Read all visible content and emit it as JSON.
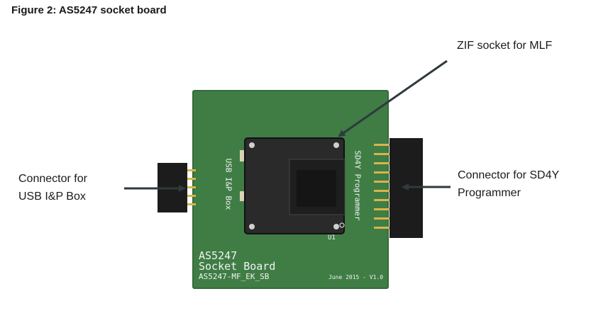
{
  "figure": {
    "title": "Figure 2: AS5247 socket board"
  },
  "callouts": {
    "zif": "ZIF socket for MLF",
    "usb_line1": "Connector for",
    "usb_line2": "USB I&P Box",
    "sd4y_line1": "Connector for SD4Y",
    "sd4y_line2": "Programmer"
  },
  "board": {
    "name_line1": "AS5247",
    "name_line2": "Socket Board",
    "part_number": "AS5247-MF_EK_SB",
    "date_version": "June 2015 - V1.0",
    "usb_label": "USB I&P Box",
    "sd4y_label": "SD4Y Programmer",
    "socket_ref": "U1"
  },
  "colors": {
    "pcb": "#3f7d45",
    "pcb_edge": "#356b3b",
    "connector": "#1c1c1c",
    "socket": "#2a2a2a",
    "pins": "#d6b64a",
    "arrow": "#2f3a3d"
  }
}
